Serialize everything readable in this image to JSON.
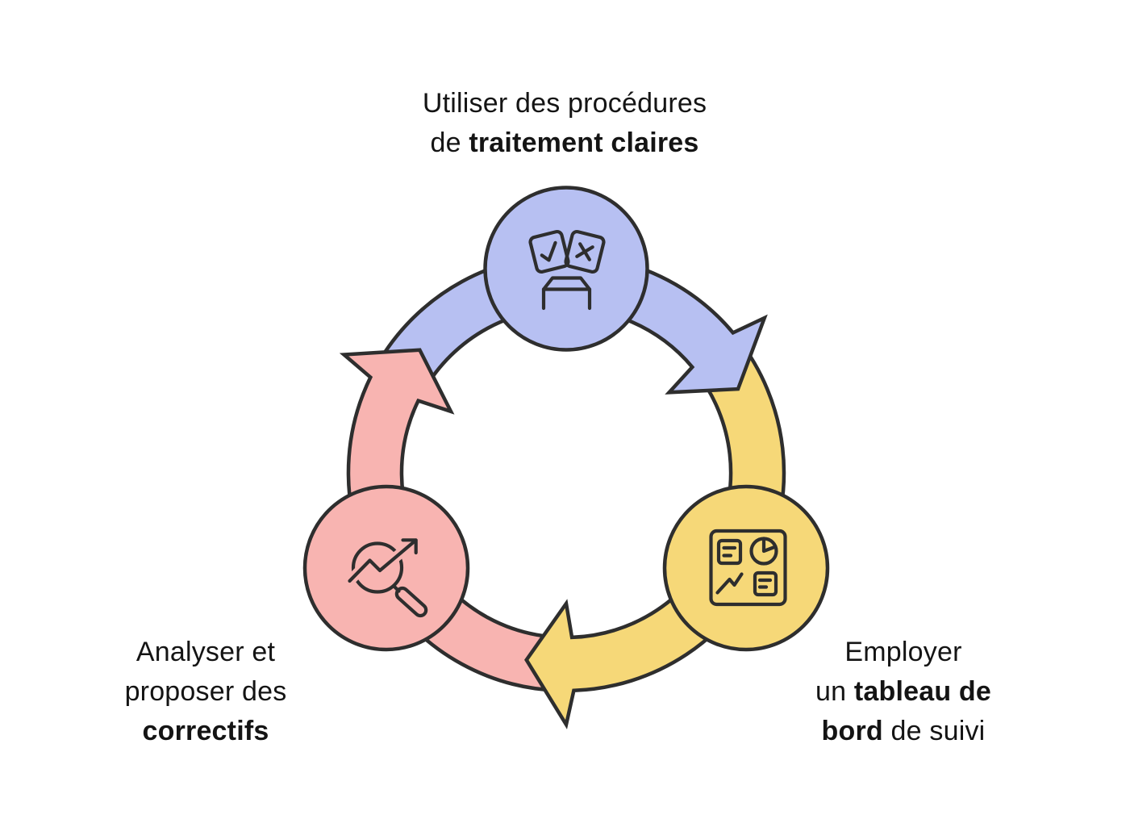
{
  "diagram": {
    "kind": "circular-process-cycle",
    "direction": "clockwise",
    "step_count": 3
  },
  "steps": [
    {
      "name": "procedures",
      "icon": "ballot-box-icon",
      "color": "#b7c0f2",
      "label": {
        "line1": "Utiliser des procédures",
        "line2_prefix": "de ",
        "line2_bold": "traitement claires"
      }
    },
    {
      "name": "tableau-de-bord",
      "icon": "dashboard-icon",
      "color": "#f6d878",
      "label": {
        "line1": "Employer",
        "line2_prefix": "un ",
        "line2_bold": "tableau de",
        "line3_bold": "bord",
        "line3_suffix": " de suivi"
      }
    },
    {
      "name": "correctifs",
      "icon": "magnifier-trend-icon",
      "color": "#f8b4b1",
      "label": {
        "line1": "Analyser et",
        "line2": "proposer des",
        "line3_bold": "correctifs"
      }
    }
  ],
  "colors": {
    "blue": "#b7c0f2",
    "yellow": "#f6d878",
    "pink": "#f8b4b1",
    "outline": "#2e2e2e",
    "text": "#141414",
    "background": "#ffffff"
  }
}
